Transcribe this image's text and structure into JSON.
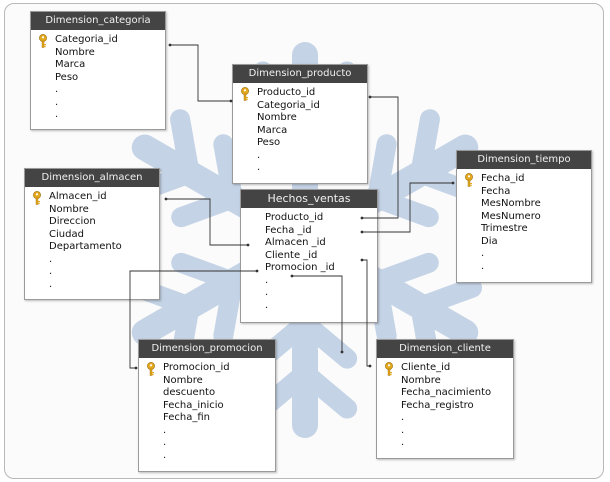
{
  "accent": {
    "header_bg": "#444444",
    "header_text": "#f2f2f2",
    "key": "#e3a81d",
    "snowflake": "#c4d3e6",
    "connector": "#333333"
  },
  "tables": [
    {
      "id": "dimension_categoria",
      "title": "Dimension_categoria",
      "fields": [
        {
          "name": "Categoria_id",
          "pk": true
        },
        {
          "name": "Nombre"
        },
        {
          "name": "Marca"
        },
        {
          "name": "Peso"
        },
        {
          "name": "."
        },
        {
          "name": "."
        },
        {
          "name": "."
        }
      ]
    },
    {
      "id": "dimension_producto",
      "title": "Dimension_producto",
      "fields": [
        {
          "name": "Producto_id",
          "pk": true
        },
        {
          "name": "Categoria_id"
        },
        {
          "name": "Nombre"
        },
        {
          "name": "Marca"
        },
        {
          "name": "Peso"
        },
        {
          "name": "."
        },
        {
          "name": "."
        }
      ]
    },
    {
      "id": "dimension_almacen",
      "title": "Dimension_almacen",
      "fields": [
        {
          "name": "Almacen_id",
          "pk": true
        },
        {
          "name": "Nombre"
        },
        {
          "name": "Direccion"
        },
        {
          "name": "Ciudad"
        },
        {
          "name": "Departamento"
        },
        {
          "name": "."
        },
        {
          "name": "."
        },
        {
          "name": "."
        }
      ]
    },
    {
      "id": "hechos_ventas",
      "title": "Hechos_ventas",
      "fields": [
        {
          "name": "Producto_id"
        },
        {
          "name": "Fecha _id"
        },
        {
          "name": "Almacen _id"
        },
        {
          "name": "Cliente _id"
        },
        {
          "name": "Promocion _id"
        },
        {
          "name": "."
        },
        {
          "name": "."
        },
        {
          "name": "."
        }
      ]
    },
    {
      "id": "dimension_tiempo",
      "title": "Dimension_tiempo",
      "fields": [
        {
          "name": "Fecha_id",
          "pk": true
        },
        {
          "name": "Fecha"
        },
        {
          "name": "MesNombre"
        },
        {
          "name": "MesNumero"
        },
        {
          "name": "Trimestre"
        },
        {
          "name": "Dia"
        },
        {
          "name": "."
        },
        {
          "name": "."
        }
      ]
    },
    {
      "id": "dimension_promocion",
      "title": "Dimension_promocion",
      "fields": [
        {
          "name": "Promocion_id",
          "pk": true
        },
        {
          "name": "Nombre"
        },
        {
          "name": "descuento"
        },
        {
          "name": "Fecha_inicio"
        },
        {
          "name": "Fecha_fin"
        },
        {
          "name": "."
        },
        {
          "name": "."
        },
        {
          "name": "."
        }
      ]
    },
    {
      "id": "dimension_cliente",
      "title": "Dimension_cliente",
      "fields": [
        {
          "name": "Cliente_id",
          "pk": true
        },
        {
          "name": "Nombre"
        },
        {
          "name": "Fecha_nacimiento"
        },
        {
          "name": "Fecha_registro"
        },
        {
          "name": "."
        },
        {
          "name": "."
        },
        {
          "name": "."
        }
      ]
    }
  ],
  "relationships": [
    {
      "from": "dimension_categoria.Categoria_id",
      "to": "dimension_producto.Categoria_id"
    },
    {
      "from": "dimension_producto.Producto_id",
      "to": "hechos_ventas.Producto_id"
    },
    {
      "from": "dimension_tiempo.Fecha_id",
      "to": "hechos_ventas.Fecha _id"
    },
    {
      "from": "dimension_almacen.Almacen_id",
      "to": "hechos_ventas.Almacen _id"
    },
    {
      "from": "dimension_cliente.Cliente_id",
      "to": "hechos_ventas.Cliente _id"
    },
    {
      "from": "dimension_promocion.Promocion_id",
      "to": "hechos_ventas.Promocion _id"
    }
  ]
}
